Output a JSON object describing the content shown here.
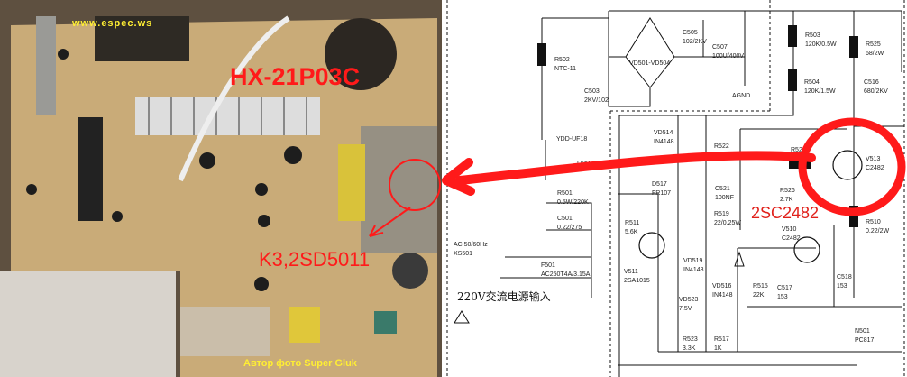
{
  "photo": {
    "watermark": "www.espec.ws",
    "model": "HX-21P03C",
    "part_note": "K3,2SD5011",
    "credit": "Автор фото Super Gluk"
  },
  "schematic": {
    "highlight_label": "2SC2482",
    "input_label": "220V交流电源输入",
    "components": [
      {
        "ref": "R502",
        "value": "NTC-11"
      },
      {
        "ref": "C505",
        "value": "102/2KV"
      },
      {
        "ref": "C507",
        "value": "100U/400V"
      },
      {
        "ref": "VD501-VD504",
        "value": ""
      },
      {
        "ref": "C503",
        "value": "2KV/102"
      },
      {
        "ref": "AGND",
        "value": ""
      },
      {
        "ref": "R503",
        "value": "120K/0.5W"
      },
      {
        "ref": "R504",
        "value": "120K/1.5W"
      },
      {
        "ref": "R525",
        "value": "68/2W"
      },
      {
        "ref": "C516",
        "value": "680/2KV"
      },
      {
        "ref": "YDD-UF18",
        "value": ""
      },
      {
        "ref": "L501",
        "value": ""
      },
      {
        "ref": "VD514",
        "value": "IN4148"
      },
      {
        "ref": "R522",
        "value": ""
      },
      {
        "ref": "R524",
        "value": "68/2W"
      },
      {
        "ref": "V513",
        "value": "C2482"
      },
      {
        "ref": "D517",
        "value": "FR107"
      },
      {
        "ref": "C521",
        "value": "100NF"
      },
      {
        "ref": "R501",
        "value": "0.5W/220K"
      },
      {
        "ref": "C501",
        "value": "0.22/275"
      },
      {
        "ref": "AC 50/60Hz",
        "value": "XS501"
      },
      {
        "ref": "F501",
        "value": "AC250T4A/3.15A"
      },
      {
        "ref": "R511",
        "value": "5.6K"
      },
      {
        "ref": "V511",
        "value": "2SA1015"
      },
      {
        "ref": "R519",
        "value": "22/0.25W"
      },
      {
        "ref": "R526",
        "value": "2.7K"
      },
      {
        "ref": "V510",
        "value": "C2482"
      },
      {
        "ref": "R510",
        "value": "0.22/2W"
      },
      {
        "ref": "VD519",
        "value": "IN4148"
      },
      {
        "ref": "VD516",
        "value": "IN4148"
      },
      {
        "ref": "R515",
        "value": "22K"
      },
      {
        "ref": "C517",
        "value": "153"
      },
      {
        "ref": "C518",
        "value": "153"
      },
      {
        "ref": "VD523",
        "value": "7.5V"
      },
      {
        "ref": "R523",
        "value": "3.3K"
      },
      {
        "ref": "R517",
        "value": "1K"
      },
      {
        "ref": "N501",
        "value": "PC817"
      }
    ]
  },
  "colors": {
    "annotation": "#ff1a1a",
    "watermark": "#ffee33",
    "board": "#c9ab78"
  }
}
